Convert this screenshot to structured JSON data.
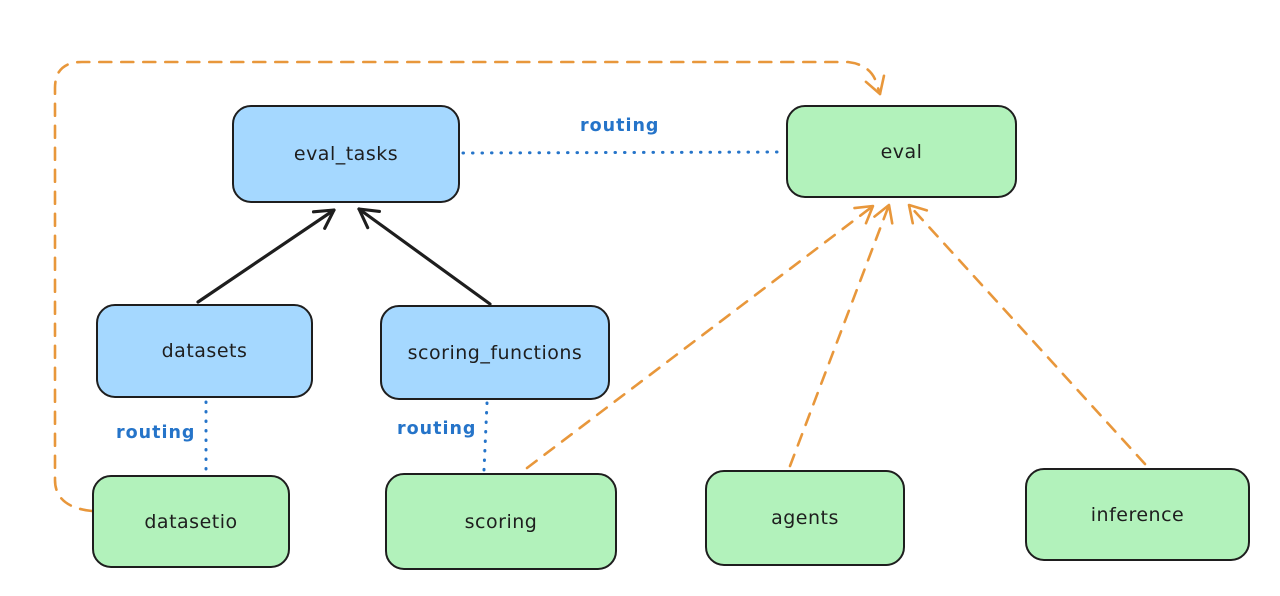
{
  "diagram": {
    "type": "architecture-diagram",
    "colors": {
      "blue_node_fill": "#a5d8ff",
      "green_node_fill": "#b2f2bb",
      "node_stroke": "#1e1e1e",
      "routing_blue": "#2574c9",
      "provider_orange": "#e8973b",
      "background": "#ffffff"
    },
    "nodes": [
      {
        "id": "eval_tasks",
        "label": "eval_tasks",
        "color": "blue"
      },
      {
        "id": "eval",
        "label": "eval",
        "color": "green"
      },
      {
        "id": "datasets",
        "label": "datasets",
        "color": "blue"
      },
      {
        "id": "scoring_functions",
        "label": "scoring_functions",
        "color": "blue"
      },
      {
        "id": "datasetio",
        "label": "datasetio",
        "color": "green"
      },
      {
        "id": "scoring",
        "label": "scoring",
        "color": "green"
      },
      {
        "id": "agents",
        "label": "agents",
        "color": "green"
      },
      {
        "id": "inference",
        "label": "inference",
        "color": "green"
      }
    ],
    "edge_labels": [
      {
        "text": "routing",
        "between": [
          "eval_tasks",
          "eval"
        ]
      },
      {
        "text": "routing",
        "between": [
          "datasets",
          "datasetio"
        ]
      },
      {
        "text": "routing",
        "between": [
          "scoring_functions",
          "scoring"
        ]
      }
    ],
    "edges": [
      {
        "from": "datasets",
        "to": "eval_tasks",
        "style": "solid-black-arrow"
      },
      {
        "from": "scoring_functions",
        "to": "eval_tasks",
        "style": "solid-black-arrow"
      },
      {
        "from": "eval_tasks",
        "to": "eval",
        "style": "dotted-blue",
        "label": "routing"
      },
      {
        "from": "datasets",
        "to": "datasetio",
        "style": "dotted-blue",
        "label": "routing"
      },
      {
        "from": "scoring_functions",
        "to": "scoring",
        "style": "dotted-blue",
        "label": "routing"
      },
      {
        "from": "datasetio",
        "to": "eval",
        "style": "dashed-orange-arrow"
      },
      {
        "from": "scoring",
        "to": "eval",
        "style": "dashed-orange-arrow"
      },
      {
        "from": "agents",
        "to": "eval",
        "style": "dashed-orange-arrow"
      },
      {
        "from": "inference",
        "to": "eval",
        "style": "dashed-orange-arrow"
      }
    ]
  }
}
